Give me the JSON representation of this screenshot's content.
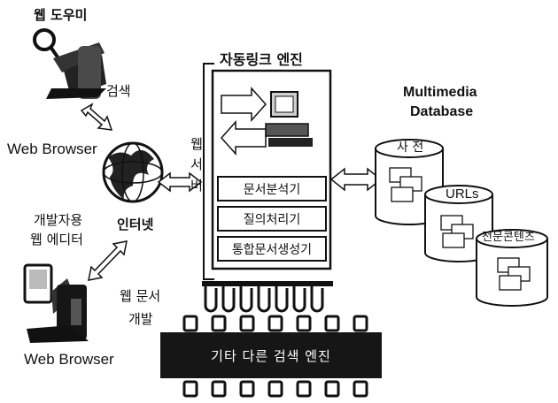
{
  "labels": {
    "web_helper": "웹 도우미",
    "search": "검색",
    "web_browser_top": "Web Browser",
    "internet": "인터넷",
    "dev_editor_line1": "개발자용",
    "dev_editor_line2": "웹 에디터",
    "web_browser_bottom": "Web Browser",
    "web_doc_line1": "웹 문서",
    "web_doc_line2": "개발",
    "auto_link_engine": "자동링크 엔진",
    "web_server_chars": [
      "웹",
      "서",
      "버"
    ],
    "multimedia_line1": "Multimedia",
    "multimedia_line2": "Database"
  },
  "engine_modules": [
    "문서분석기",
    "질의처리기",
    "통합문서생성기"
  ],
  "databases": [
    "사 전",
    "URLs",
    "전문콘텐츠"
  ],
  "other_engine": "기타 다른 검색 엔진",
  "icons": [
    "person-with-magnifier-icon",
    "globe-icon",
    "computer-icon",
    "document-icon",
    "pda-person-icon",
    "database-cylinder-icon"
  ],
  "colors": {
    "ink": "#111111",
    "dark_box": "#161616",
    "background": "#ffffff"
  }
}
